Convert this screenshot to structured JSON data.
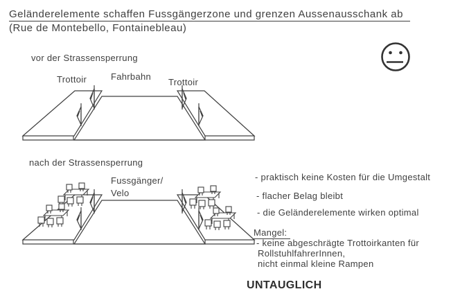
{
  "title": {
    "line1": "Geländerelemente schaffen Fussgängerzone und grenzen Aussenausschank ab",
    "line2": "(Rue de Montebello, Fontainebleau)"
  },
  "before": {
    "heading": "vor der Strassensperrung",
    "label_left": "Trottoir",
    "label_center": "Fahrbahn",
    "label_right": "Trottoir"
  },
  "after": {
    "heading": "nach der Strassensperrung",
    "zone_label_line1": "Fussgänger/",
    "zone_label_line2": "Velo"
  },
  "pros": [
    "- praktisch keine Kosten für die Umgestalt",
    "- flacher Belag bleibt",
    "- die Geländerelemente wirken optimal"
  ],
  "cons": {
    "heading": "Mangel:",
    "line1": "- keine abgeschrägte Trottoirkanten für",
    "line2": "RollstuhlfahrerInnen,",
    "line3": "nicht einmal kleine Rampen"
  },
  "verdict": "UNTAUGLICH",
  "icons": {
    "mood": "neutral-face",
    "railing": "railing-flag",
    "furniture": "table-and-chairs"
  },
  "colors": {
    "ink": "#3f3f3f",
    "line": "#404040",
    "face": "#333333",
    "background": "#ffffff"
  }
}
